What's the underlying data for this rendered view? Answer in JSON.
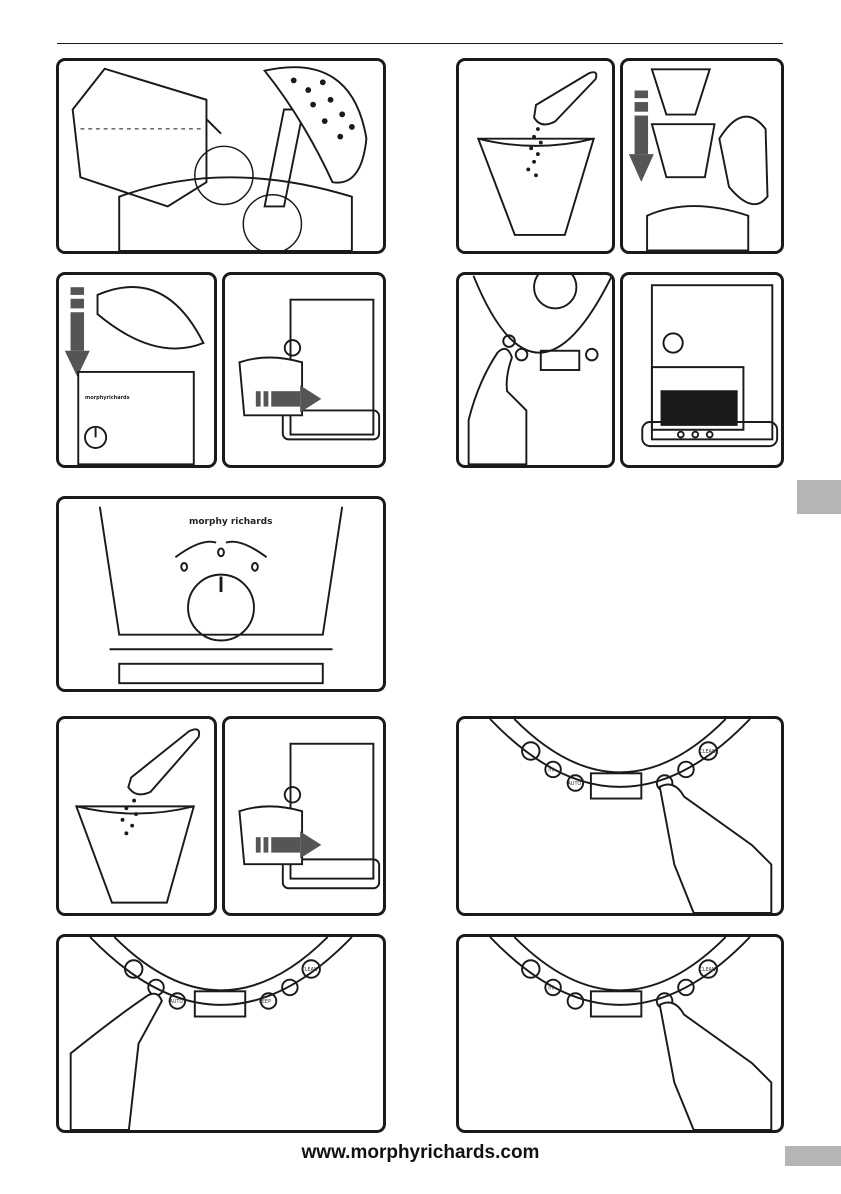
{
  "brand": {
    "wordmark": "morphy richards"
  },
  "panel4": {
    "brand_text": "morphyrichards"
  },
  "control_labels": {
    "ml": "ml",
    "auto": "AUTO",
    "keep": "KEEP",
    "clean": "CLEAN"
  },
  "footer": {
    "url": "www.morphyrichards.com"
  },
  "colors": {
    "line": "#1a1a1a",
    "marker_gray": "#b5b5b5",
    "arrow_gray": "#555555"
  },
  "icons": [
    "arrow-down-icon",
    "arrow-right-icon",
    "power-icon",
    "coffee-cup-icon",
    "hand-pointer-icon",
    "coffee-scoop-icon",
    "strength-dial-icon"
  ]
}
